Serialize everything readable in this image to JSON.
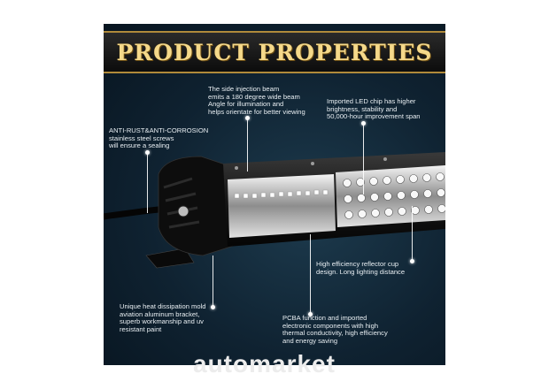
{
  "title": "PRODUCT PROPERTIES",
  "notes": {
    "side_beam": "The side injection beam\nemits a 180 degree wide beam\nAngle for illumination and\nhelps orientate for better viewing",
    "led_chip": "Imported LED chip has higher\nbrightness, stability and\n50,000-hour improvement span",
    "anti_rust": "ANTI-RUST&ANTI-CORROSION\nstainless steel screws\nwill ensure a sealing",
    "reflector": "High efficiency reflector cup\ndesign. Long lighting distance",
    "heat": "Unique heat dissipation mold\naviation aluminum bracket,\nsuperb workmanship and uv\nresistant paint",
    "pcba": "PCBA function and imported\nelectronic components with high\nthermal conductivity, high efficiency\nand energy saving"
  },
  "watermark": "automarket",
  "colors": {
    "background": "#0f2231",
    "title_gold": "#f5d98a",
    "text": "#e8eef2"
  }
}
